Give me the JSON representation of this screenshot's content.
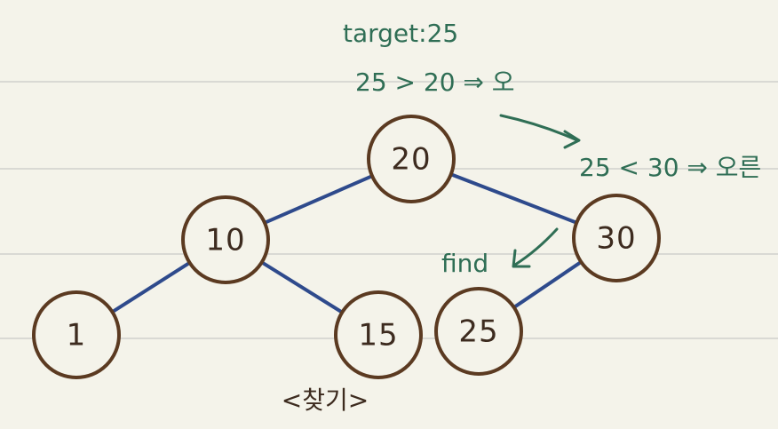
{
  "annotations": {
    "target": "target:25",
    "compare_root": "25 > 20 ⇒ 오",
    "compare_right": "25 < 30 ⇒ 오른",
    "find": "find"
  },
  "caption": "<찾기>",
  "tree": {
    "nodes": [
      {
        "id": "n20",
        "label": "20"
      },
      {
        "id": "n10",
        "label": "10"
      },
      {
        "id": "n30",
        "label": "30"
      },
      {
        "id": "n1",
        "label": "1"
      },
      {
        "id": "n15",
        "label": "15"
      },
      {
        "id": "n25",
        "label": "25"
      }
    ],
    "edges": [
      {
        "from": "n20",
        "to": "n10"
      },
      {
        "from": "n20",
        "to": "n30"
      },
      {
        "from": "n10",
        "to": "n1"
      },
      {
        "from": "n10",
        "to": "n15"
      },
      {
        "from": "n30",
        "to": "n25"
      }
    ]
  },
  "colors": {
    "paper": "#f4f3ea",
    "ruled_line": "#d9d9d4",
    "edge": "#2e4a8c",
    "node_outline": "#5b3a21",
    "node_text": "#3d2b1f",
    "annotation": "#2f6e55"
  }
}
